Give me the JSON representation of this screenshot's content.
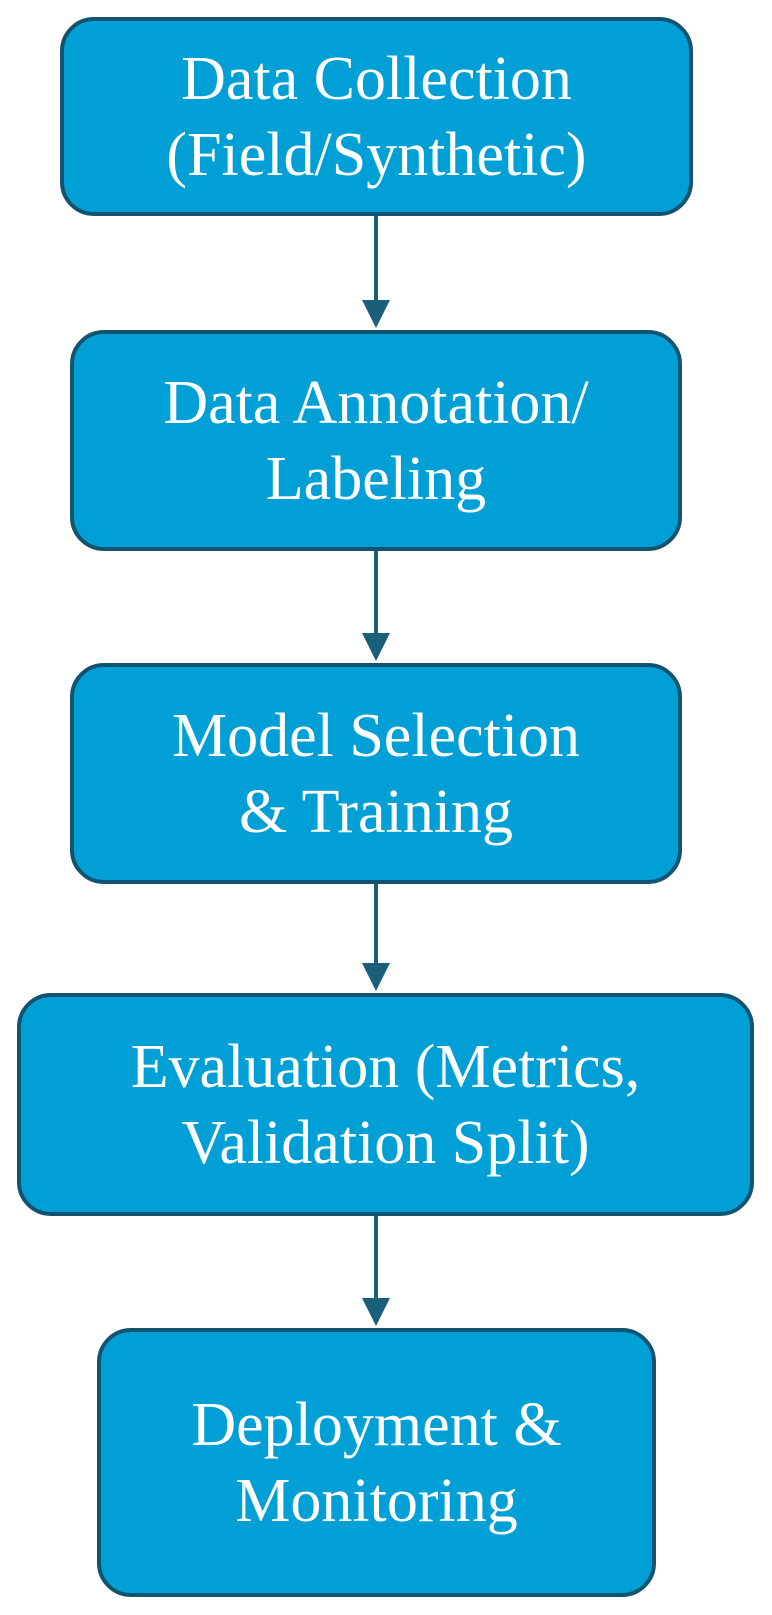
{
  "colors": {
    "box_fill": "#009fd6",
    "box_border": "#12546f",
    "arrow": "#1a5f7a",
    "text": "#ffffff"
  },
  "steps": [
    {
      "lines": [
        "Data Collection",
        "(Field/Synthetic)"
      ]
    },
    {
      "lines": [
        "Data Annotation/",
        "Labeling"
      ]
    },
    {
      "lines": [
        "Model Selection",
        "& Training"
      ]
    },
    {
      "lines": [
        "Evaluation (Metrics,",
        "Validation Split)"
      ]
    },
    {
      "lines": [
        "Deployment &",
        "Monitoring"
      ]
    }
  ]
}
